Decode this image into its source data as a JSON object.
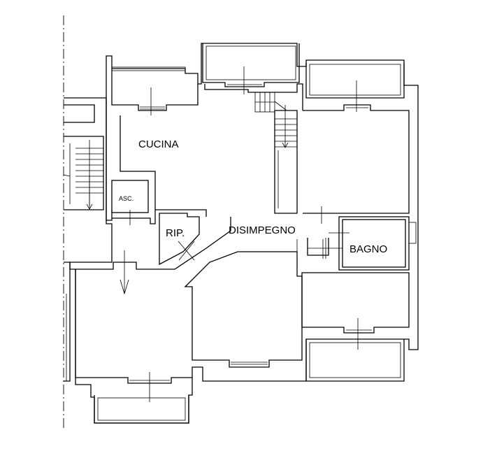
{
  "rooms": [
    {
      "id": "cucina",
      "label": "CUCINA"
    },
    {
      "id": "disimpegno",
      "label": "DISIMPEGNO"
    },
    {
      "id": "bagno",
      "label": "BAGNO"
    },
    {
      "id": "ripostiglio",
      "label": "RIP."
    },
    {
      "id": "ascensore",
      "label": "ASC."
    }
  ]
}
